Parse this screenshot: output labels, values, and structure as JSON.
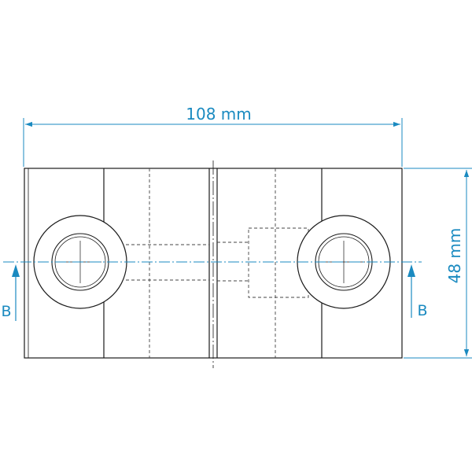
{
  "dimensions": {
    "width_label": "108 mm",
    "height_label": "48 mm"
  },
  "section": {
    "left_label": "B",
    "right_label": "B"
  },
  "colors": {
    "dimension": "#1a8ac0",
    "outline": "#1a1a1a",
    "hidden": "#444444"
  }
}
